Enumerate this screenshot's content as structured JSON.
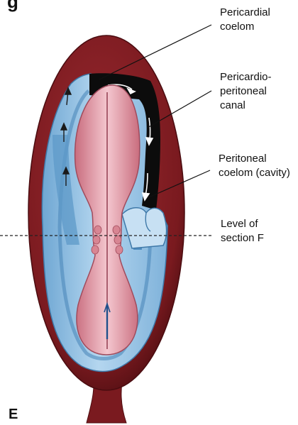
{
  "diagram": {
    "panel_letter": "E",
    "top_fragment": "g",
    "labels": {
      "pericardial": [
        "Pericardial",
        "coelom"
      ],
      "canal": [
        "Pericardio-",
        "peritoneal",
        "canal"
      ],
      "peritoneal": [
        "Peritoneal",
        "coelom (cavity)"
      ],
      "section": [
        "Level of",
        "section F"
      ]
    },
    "colors": {
      "outer_wall": "#7a1a1f",
      "coelom_blue": "#a9cdea",
      "coelom_blue_dark": "#5d9ac8",
      "embryo_pink": "#d88593",
      "embryo_center": "#f3c4cc",
      "canal_black": "#0c0c0c"
    }
  }
}
